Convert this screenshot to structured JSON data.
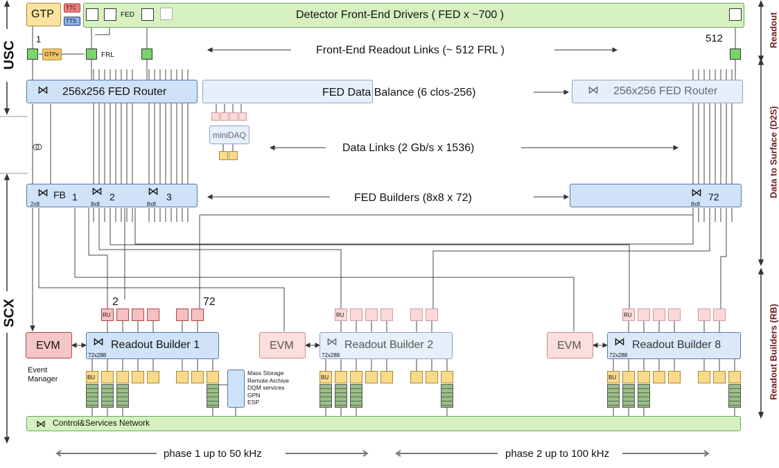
{
  "top": {
    "gtp": "GTP",
    "ttc": "TTC",
    "tts": "TTS",
    "fed_label": "FED",
    "fed_bar": "Detector Front-End Drivers ( FED x ~700 )",
    "frl_first": "1",
    "frl_last": "512",
    "gtpe": "GTPe",
    "frl": "FRL",
    "frl_links": "Front-End Readout Links (~ 512 FRL )"
  },
  "d2s": {
    "router_left": "256x256 FED Router",
    "router_right": "256x256 FED Router",
    "balance": "FED Data Balance (6  clos-256)",
    "minidaq": "miniDAQ",
    "data_links": "Data Links (2 Gb/s x 1536)",
    "fb_label": "FB",
    "fb1": "1",
    "fb2": "2",
    "fb3": "3",
    "fb72": "72",
    "fb1_sub": "2x8",
    "fb2_sub": "8x8",
    "fb3_sub": "8x8",
    "fb72_sub": "8x8",
    "fed_builders": "FED Builders (8x8 x 72)"
  },
  "rb": {
    "ru_label": "RU",
    "ru_num_2": "2",
    "ru_num_72": "72",
    "evm": "EVM",
    "event_manager_1": "Event",
    "event_manager_2": "Manager",
    "rb1": "Readout Builder 1",
    "rb2": "Readout Builder 2",
    "rb8": "Readout Builder 8",
    "rb_sub": "72x288",
    "bu_label": "BU",
    "services": [
      "Mass Storage",
      "Remote Archive",
      "DQM services",
      "GPN",
      "ESP"
    ],
    "network": "Control&Services Network"
  },
  "sides": {
    "usc": "USC",
    "scx": "SCX",
    "readout": "Readout",
    "d2s": "Data to Surface (D2S)",
    "rbs": "Readout Builders (RB)"
  },
  "phases": {
    "phase1": "phase 1 up to 50 kHz",
    "phase2": "phase 2 up to 100 kHz"
  },
  "colors": {
    "green": "#d6f0c0",
    "blue": "#cfe2f7",
    "pink": "#f5c6c6",
    "yellow": "#fde3a0",
    "side_text": "#6b1f1f"
  }
}
